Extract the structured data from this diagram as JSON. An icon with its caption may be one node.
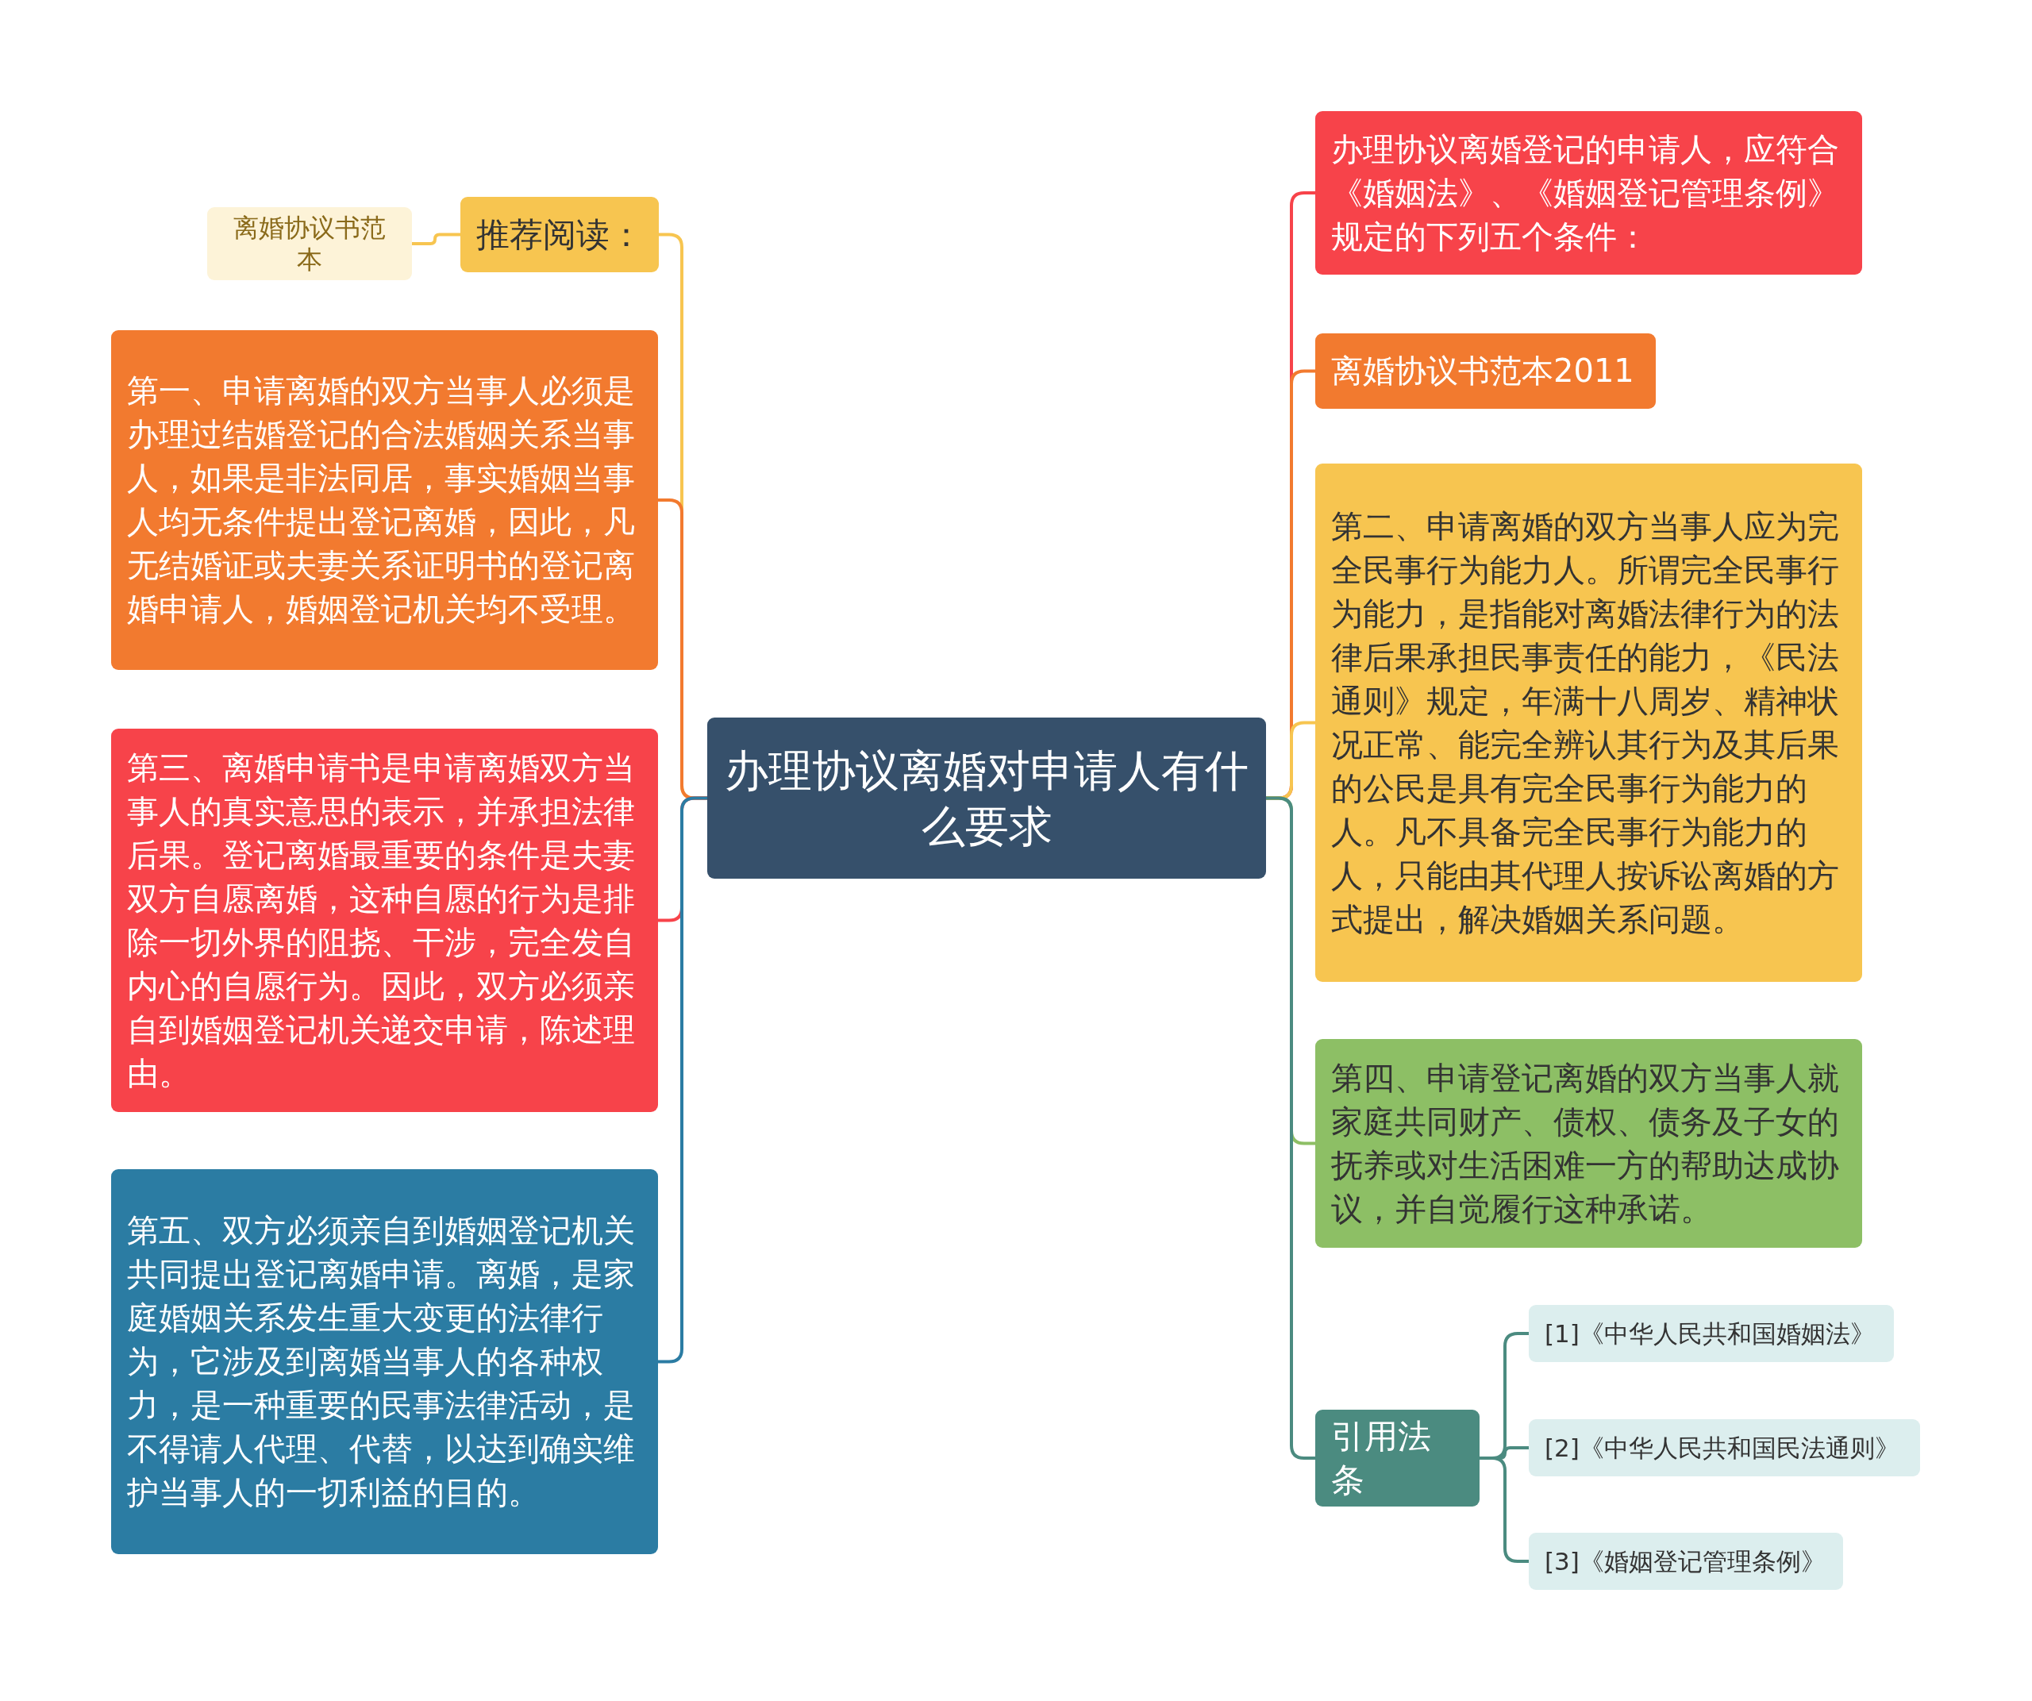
{
  "diagram": {
    "nodes": [
      {
        "text": [
          "办理协议离婚对申请人有什么要求"
        ]
      },
      {
        "text": [
          "推荐阅读："
        ]
      },
      {
        "text": [
          "离婚协议书范本"
        ]
      },
      {
        "text": [
          "第一、申请离婚的双方当事人必须是办理过结婚登记的合法婚姻关系当事人，如果是非法同居，事实婚姻当事人均无条件提出登记离婚，因此，凡无结婚证或夫妻关系证明书的登记离婚申请人，婚姻登记机关均不受理。"
        ]
      },
      {
        "text": [
          "第三、离婚申请书是申请离婚双方当事人的真实意思的表示，并承担法律后果。登记离婚最重要的条件是夫妻双方自愿离婚，这种自愿的行为是排除一切外界的阻挠、干涉，完全发自内心的自愿行为。因此，双方必须亲自到婚姻登记机关递交申请，陈述理由。"
        ]
      },
      {
        "text": [
          "第五、双方必须亲自到婚姻登记机关共同提出登记离婚申请。离婚，是家庭婚姻关系发生重大变更的法律行为，它涉及到离婚当事人的各种权力，是一种重要的民事法律活动，是不得请人代理、代替，以达到确实维护当事人的一切利益的目的。"
        ]
      },
      {
        "text": [
          "办理协议离婚登记的申请人，应符合《婚姻法》、《婚姻登记管理条例》规定的下列五个条件："
        ]
      },
      {
        "text": [
          "离婚协议书范本2011"
        ]
      },
      {
        "text": [
          "第二、申请离婚的双方当事人应为完全民事行为能力人。所谓完全民事行为能力，是指能对离婚法律行为的法律后果承担民事责任的能力，《民法通则》规定，年满十八周岁、精神状况正常、能完全辨认其行为及其后果的公民是具有完全民事行为能力的人。凡不具备完全民事行为能力的人，只能由其代理人按诉讼离婚的方式提出，解决婚姻关系问题。"
        ]
      },
      {
        "text": [
          "第四、申请登记离婚的双方当事人就家庭共同财产、债权、债务及子女的抚养或对生活困难一方的帮助达成协议，并自觉履行这种承诺。"
        ]
      },
      {
        "text": [
          "引用法条"
        ]
      },
      {
        "text": [
          "[1]《中华人民共和国婚姻法》"
        ]
      },
      {
        "text": [
          "[2]《中华人民共和国民法通则》"
        ]
      },
      {
        "text": [
          "[3]《婚姻登记管理条例》"
        ]
      }
    ],
    "edges": [
      {
        "from": 0,
        "to": 1,
        "arrow": "none",
        "color": "#f7c550"
      },
      {
        "from": 1,
        "to": 2,
        "arrow": "none",
        "color": "#f7c550"
      },
      {
        "from": 0,
        "to": 3,
        "arrow": "none",
        "color": "#f27a2f"
      },
      {
        "from": 0,
        "to": 4,
        "arrow": "none",
        "color": "#f7434a"
      },
      {
        "from": 0,
        "to": 5,
        "arrow": "none",
        "color": "#2b7ca3"
      },
      {
        "from": 0,
        "to": 6,
        "arrow": "none",
        "color": "#f7434a"
      },
      {
        "from": 0,
        "to": 7,
        "arrow": "none",
        "color": "#f27a2f"
      },
      {
        "from": 0,
        "to": 8,
        "arrow": "none",
        "color": "#f7c550"
      },
      {
        "from": 0,
        "to": 9,
        "arrow": "none",
        "color": "#8dbf65"
      },
      {
        "from": 0,
        "to": 10,
        "arrow": "none",
        "color": "#4b8b80"
      },
      {
        "from": 10,
        "to": 11,
        "arrow": "none",
        "color": "#4b8b80"
      },
      {
        "from": 10,
        "to": 12,
        "arrow": "none",
        "color": "#4b8b80"
      },
      {
        "from": 10,
        "to": 13,
        "arrow": "none",
        "color": "#4b8b80"
      }
    ]
  }
}
